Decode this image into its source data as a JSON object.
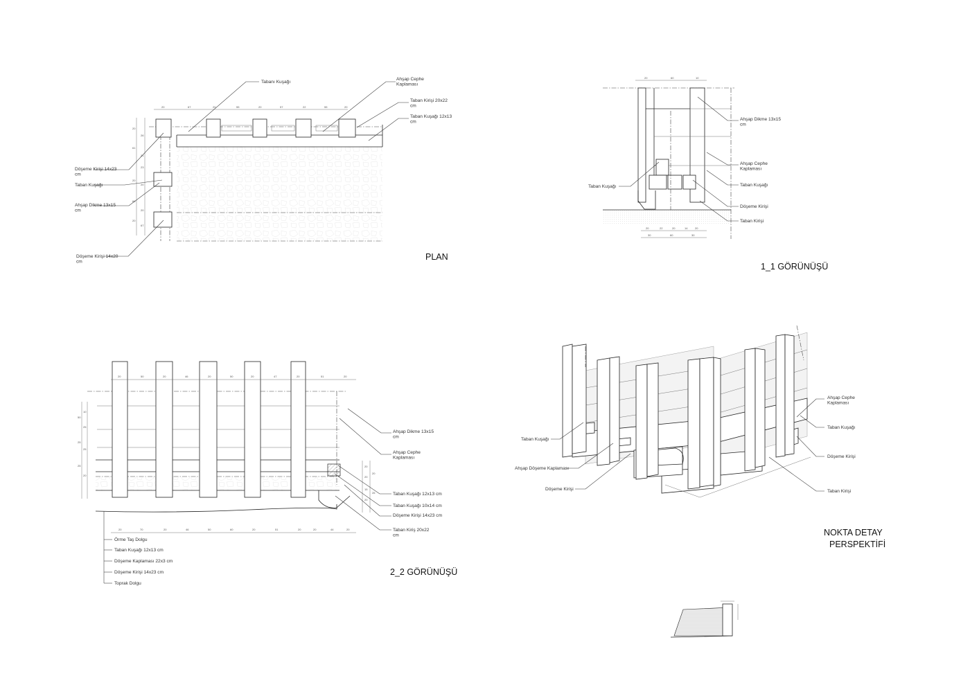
{
  "drawings": {
    "plan": {
      "title": "PLAN",
      "labels": {
        "taban_kusagi_top": "Tabanı Kuşağı",
        "ahsap_cephe": "Ahşap Cephe\nKaplaması",
        "taban_kirisi": "Taban Kirişi 20x22\ncm",
        "taban_kusagi_12x13": "Taban Kuşağı 12x13\ncm",
        "doseme_kirisi_14x23": "Döşeme Kirişi 14x23\ncm",
        "taban_kusagi_left": "Taban Kuşağı",
        "ahsap_dikme": "Ahşap Dikme 13x15\ncm",
        "doseme_kirisi_14x20": "Döşeme Kirişi 14x20\ncm"
      }
    },
    "view_1_1": {
      "title": "1_1 GÖRÜNÜŞÜ",
      "labels": {
        "ahsap_dikme": "Ahşap Dikme 13x15\ncm",
        "ahsap_cephe": "Ahşap Cephe\nKaplaması",
        "taban_kusagi_left": "Taban Kuşağı",
        "taban_kusagi_right": "Taban Kuşağı",
        "doseme_kirisi": "Döşeme Kirişi",
        "taban_kirisi": "Taban Kirişi"
      }
    },
    "view_2_2": {
      "title": "2_2 GÖRÜNÜŞÜ",
      "labels": {
        "ahsap_dikme": "Ahşap Dikme 13x15\ncm",
        "ahsap_cephe": "Ahşap Cephe\nKaplaması",
        "taban_kusagi_12x13": "Taban Kuşağı 12x13 cm",
        "taban_kusagi_10x14": "Taban Kuşağı 10x14 cm",
        "doseme_kirisi_14x23": "Döşeme Kirişi 14x23 cm",
        "taban_kiris_20x22": "Taban Kiriş 20x22\ncm"
      },
      "legend": [
        "Örme Taş Dolgu",
        "Taban Kuşağı 12x13 cm",
        "Döşeme Kaplaması 22x3 cm",
        "Döşeme Kirişi 14x23 cm",
        "Toprak Dolgu"
      ]
    },
    "perspective": {
      "title_line1": "NOKTA DETAY",
      "title_line2": "PERSPEKTİFİ",
      "labels": {
        "taban_kusagi_left": "Taban Kuşağı",
        "ahsap_doseme": "Ahşap Döşeme Kaplaması",
        "doseme_kirisi_left": "Döşeme Kirişi",
        "ahsap_cephe": "Ahşap Cephe\nKaplaması",
        "taban_kusagi_right": "Taban Kuşağı",
        "doseme_kirisi_right": "Döşeme Kirişi",
        "taban_kirisi": "Taban Kirişi"
      }
    }
  },
  "colors": {
    "line": "#222222",
    "paper": "#ffffff",
    "hatch": "#bbbbbb"
  }
}
